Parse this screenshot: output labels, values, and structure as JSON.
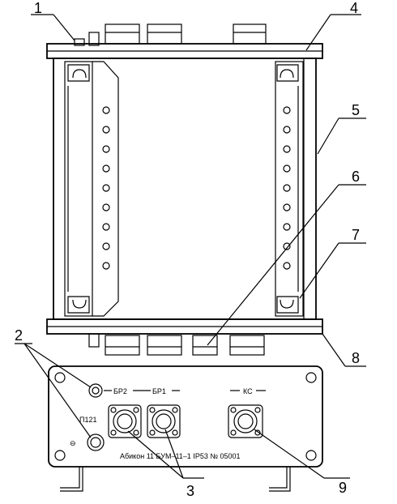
{
  "callouts": [
    "1",
    "2",
    "3",
    "4",
    "5",
    "6",
    "7",
    "8",
    "9"
  ],
  "panel": {
    "label_br2": "БР2",
    "label_br1": "БР1",
    "label_ks": "КС",
    "label_p121": "П121",
    "nameplate": "Абикон  11  БУМ–11–1  IP53  № 05001"
  },
  "colors": {
    "line": "#000000",
    "background": "#ffffff"
  }
}
